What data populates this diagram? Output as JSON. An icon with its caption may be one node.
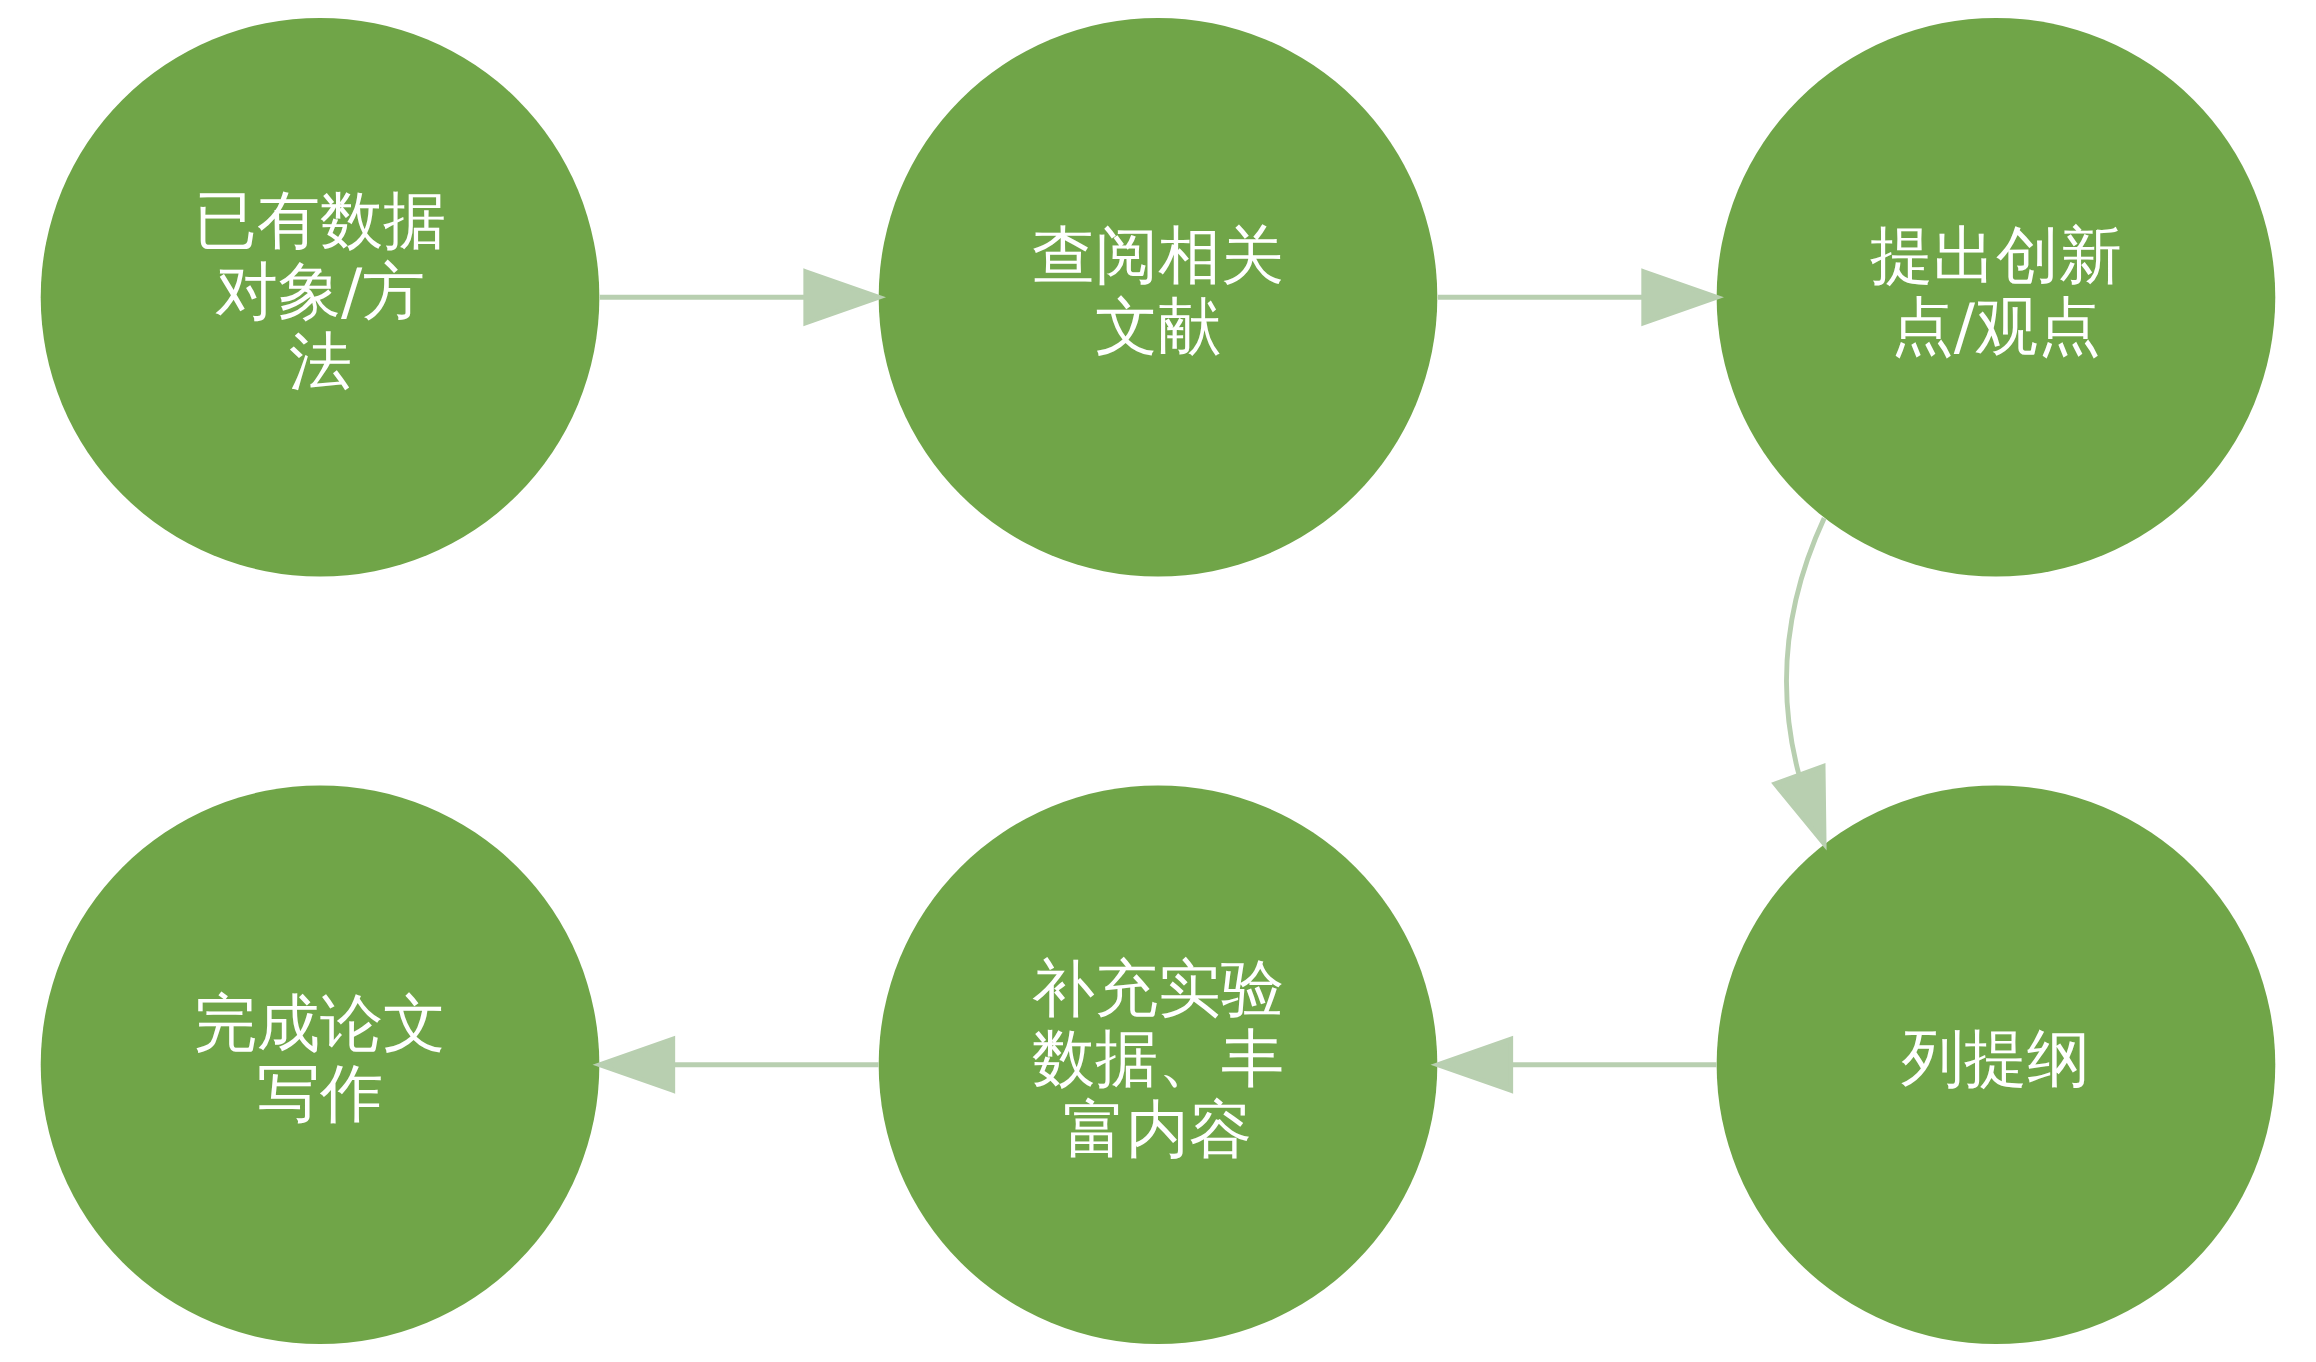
{
  "diagram": {
    "nodes": [
      {
        "text": [
          "已有数据对象/方法"
        ]
      },
      {
        "text": [
          "查阅相关文献"
        ]
      },
      {
        "text": [
          "提出创新点/观点"
        ]
      },
      {
        "text": [
          "列提纲"
        ]
      },
      {
        "text": [
          "补充实验数据、丰富内容"
        ]
      },
      {
        "text": [
          "完成论文写作"
        ]
      }
    ],
    "edges": [
      {
        "from": 0,
        "to": 1,
        "arrow": "to"
      },
      {
        "from": 1,
        "to": 2,
        "arrow": "to"
      },
      {
        "from": 2,
        "to": 3,
        "arrow": "to"
      },
      {
        "from": 3,
        "to": 4,
        "arrow": "to"
      },
      {
        "from": 4,
        "to": 5,
        "arrow": "to"
      }
    ]
  }
}
